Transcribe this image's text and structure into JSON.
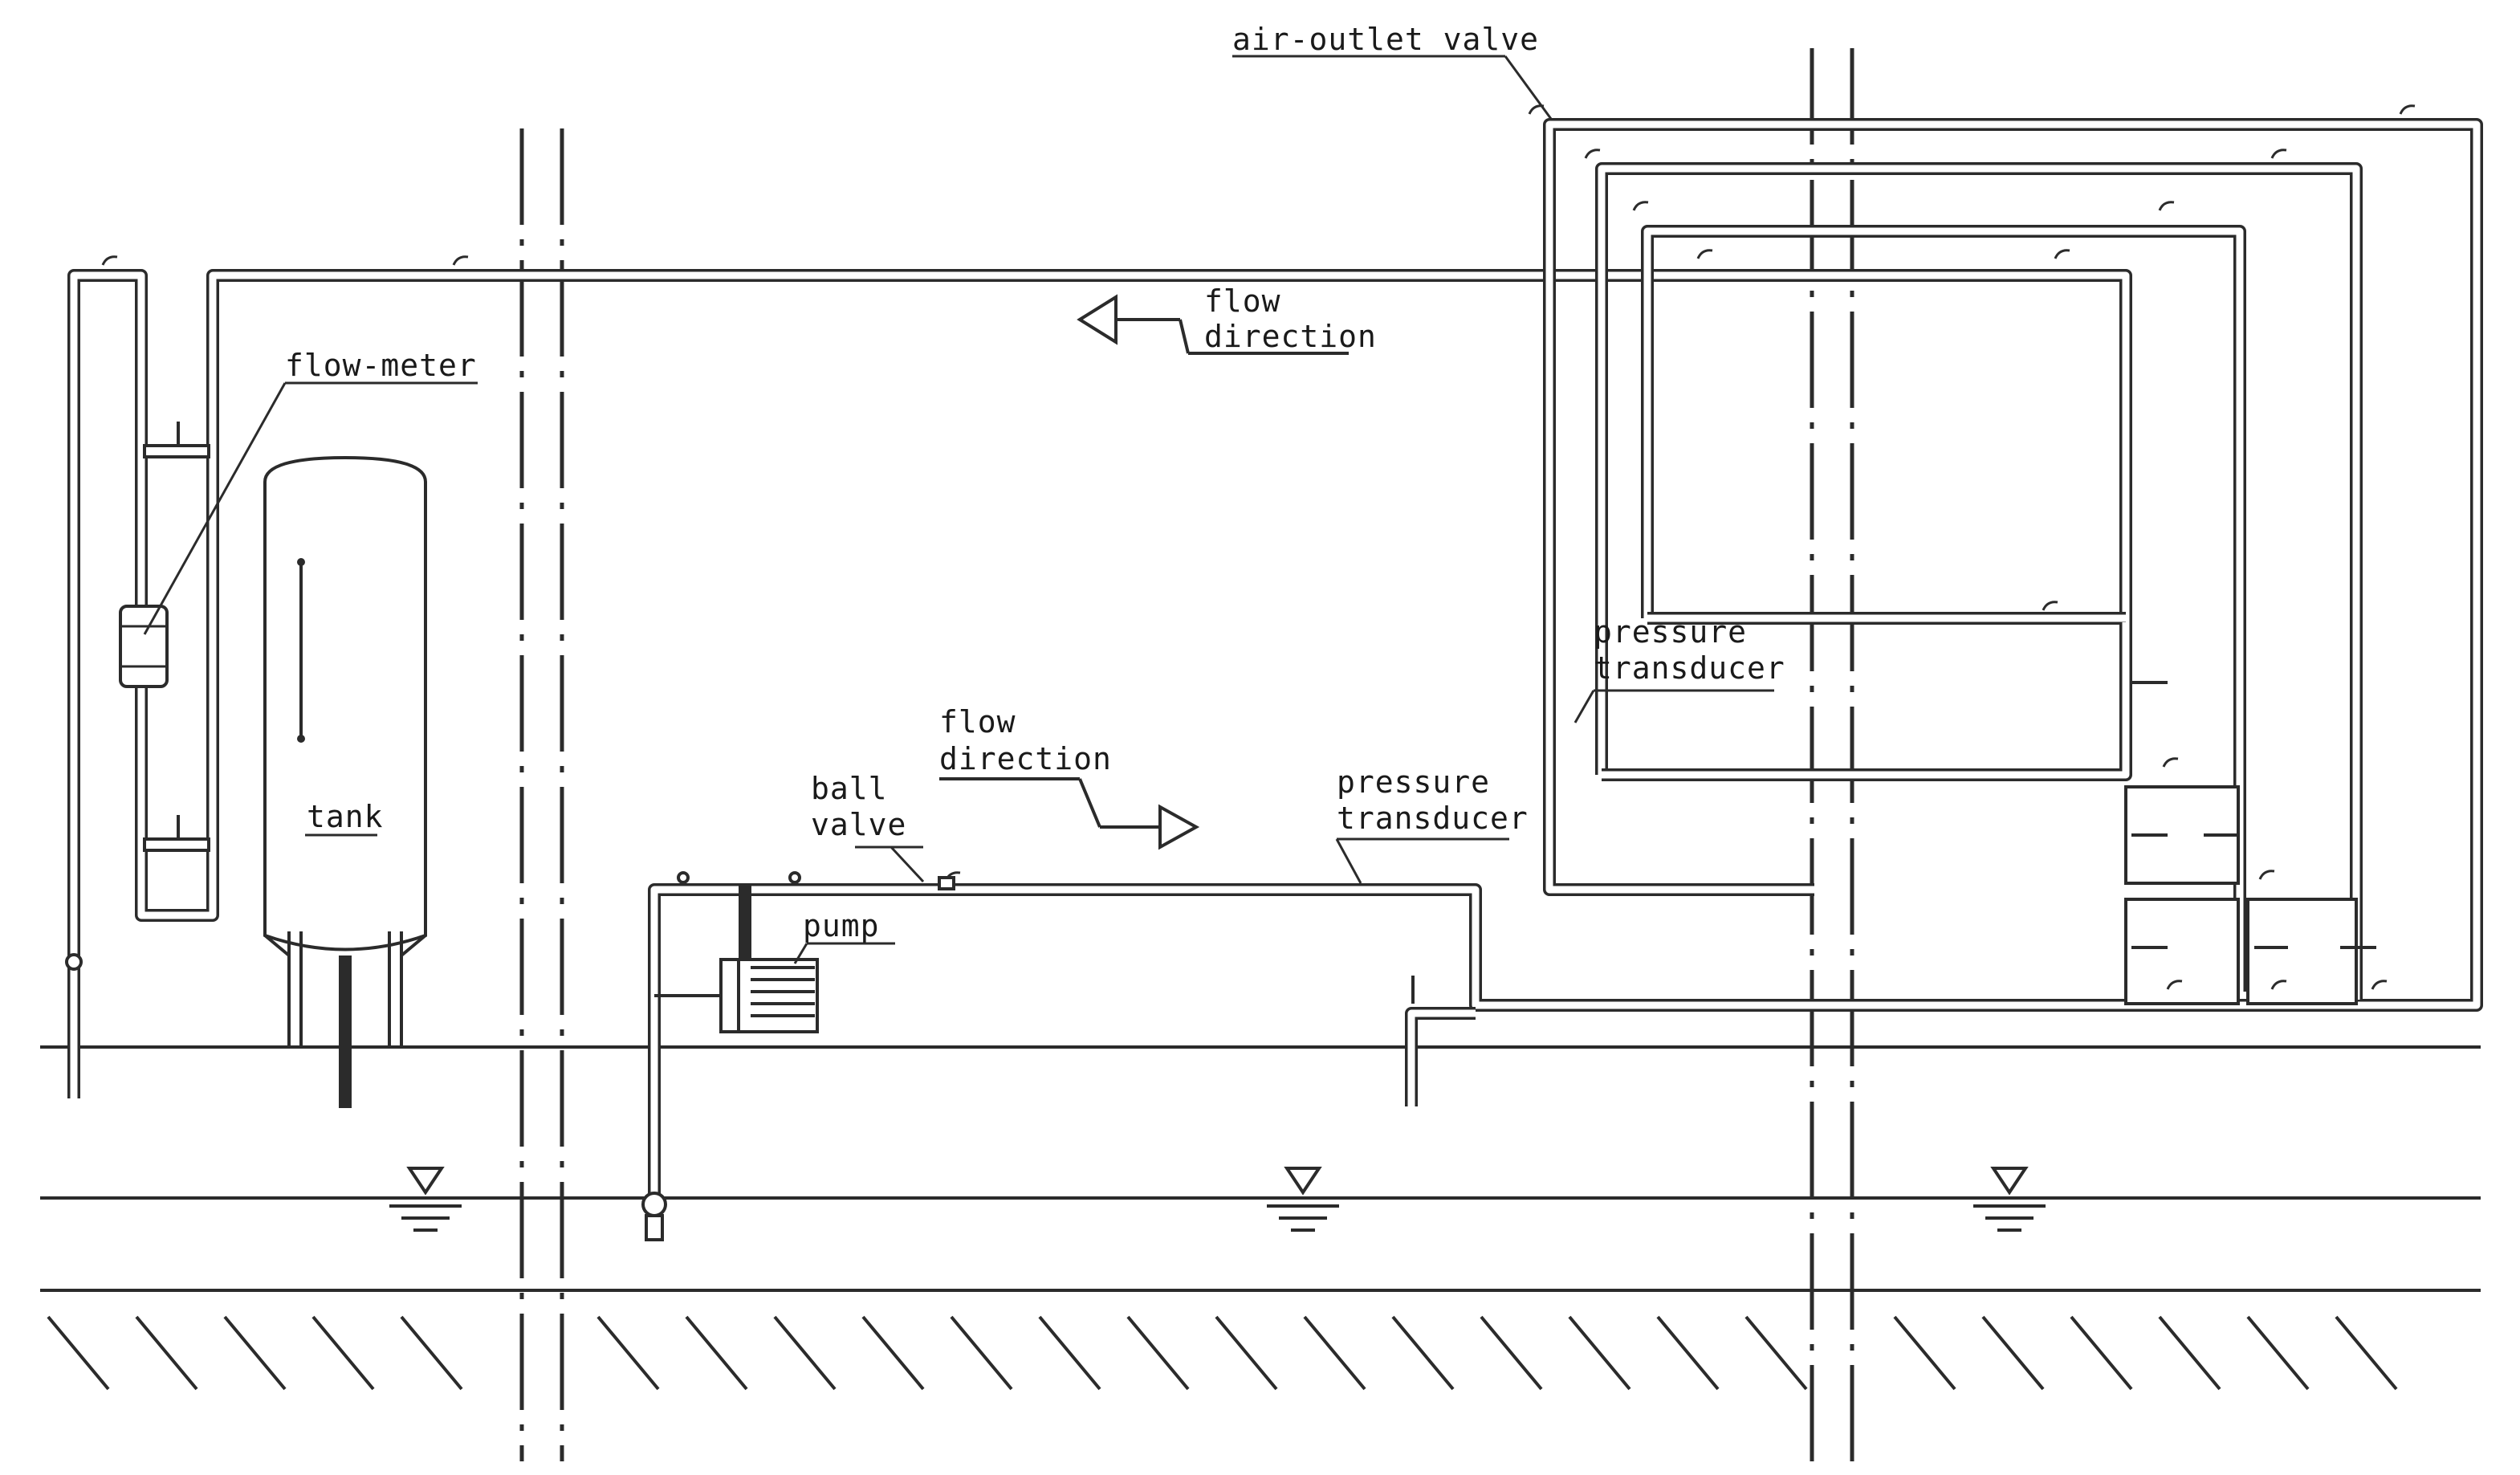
{
  "labels": {
    "air_outlet_valve": "air-outlet valve",
    "flow_meter": "flow-meter",
    "tank": "tank",
    "pump": "pump",
    "ball": "ball",
    "valve": "valve",
    "flow_top_1": "flow",
    "flow_top_2": "direction",
    "flow_mid_1": "flow",
    "flow_mid_2": "direction",
    "pressure_right_1": "pressure",
    "pressure_right_2": "transducer",
    "pressure_mid_1": "pressure",
    "pressure_mid_2": "transducer"
  },
  "colors": {
    "ink": "#2b2b2b",
    "background": "#ffffff"
  }
}
